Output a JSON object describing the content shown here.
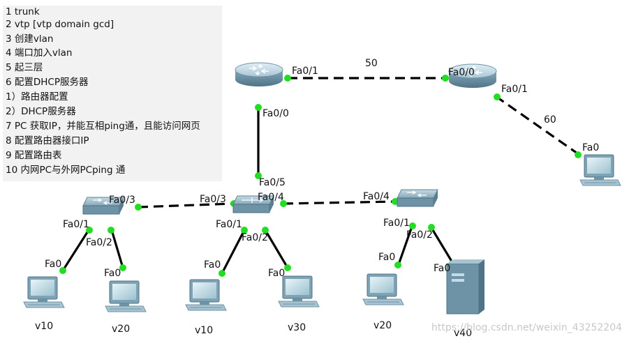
{
  "notes": [
    "1 trunk",
    "2 vtp [vtp domain gcd]",
    "3 创建vlan",
    "4 端口加入vlan",
    "5 起三层",
    "6 配置DHCP服务器",
    "  1）路由器配置",
    "  2）DHCP服务器",
    "7 PC 获取IP，并能互相ping通，且能访问网页",
    "8 配置路由器接口IP",
    "9 配置路由表",
    "10 内网PC与外网PCping 通"
  ],
  "devices": {
    "router_left": "router",
    "router_right": "router",
    "switch_left": "switch",
    "switch_core": "multilayer-switch",
    "switch_right": "switch",
    "pc_1": "pc",
    "pc_2": "pc",
    "pc_3": "pc",
    "pc_4": "pc",
    "pc_5": "pc",
    "server": "server",
    "pc_external": "pc"
  },
  "labels": {
    "r1_fa01": "Fa0/1",
    "r1_fa00": "Fa0/0",
    "link_r1_r2": "50",
    "r2_fa00": "Fa0/0",
    "r2_fa01": "Fa0/1",
    "link_r2_pc": "60",
    "pcx_fa0": "Fa0",
    "core_fa05": "Fa0/5",
    "sw1_fa03": "Fa0/3",
    "core_fa03": "Fa0/3",
    "core_fa04": "Fa0/4",
    "sw3_fa04": "Fa0/4",
    "sw1_fa01": "Fa0/1",
    "sw1_fa02": "Fa0/2",
    "core_fa01": "Fa0/1",
    "core_fa02": "Fa0/2",
    "sw3_fa01": "Fa0/1",
    "sw3_fa02": "Fa0/2",
    "pc1_fa0": "Fa0",
    "pc2_fa0": "Fa0",
    "pc3_fa0": "Fa0",
    "pc4_fa0": "Fa0",
    "pc5_fa0": "Fa0",
    "srv_fa0": "Fa0",
    "pc1_vlan": "v10",
    "pc2_vlan": "v20",
    "pc3_vlan": "v10",
    "pc4_vlan": "v30",
    "pc5_vlan": "v20",
    "srv_vlan": "v40"
  },
  "watermark": "https://blog.csdn.net/weixin_43252204",
  "colors": {
    "link_dot": "#22dd22",
    "link": "#000000",
    "device": "#8fb4c4"
  }
}
